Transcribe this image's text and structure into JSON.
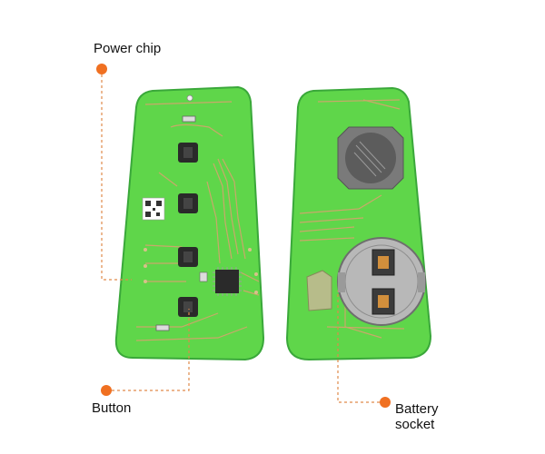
{
  "labels": {
    "power_chip": "Power chip",
    "button": "Button",
    "battery_socket": "Battery socket"
  },
  "colors": {
    "pcb_green": "#5fd64a",
    "pcb_edge": "#3aa83a",
    "trace": "#c9a86a",
    "callout_dot": "#f07021",
    "callout_line": "#e08a4a",
    "chip": "#2a2a2a",
    "metal": "#b8b8b8"
  },
  "icons": {
    "callout_marker": "orange-dot-icon",
    "button_component": "tactile-switch-icon",
    "battery_holder": "coin-cell-holder-icon"
  }
}
